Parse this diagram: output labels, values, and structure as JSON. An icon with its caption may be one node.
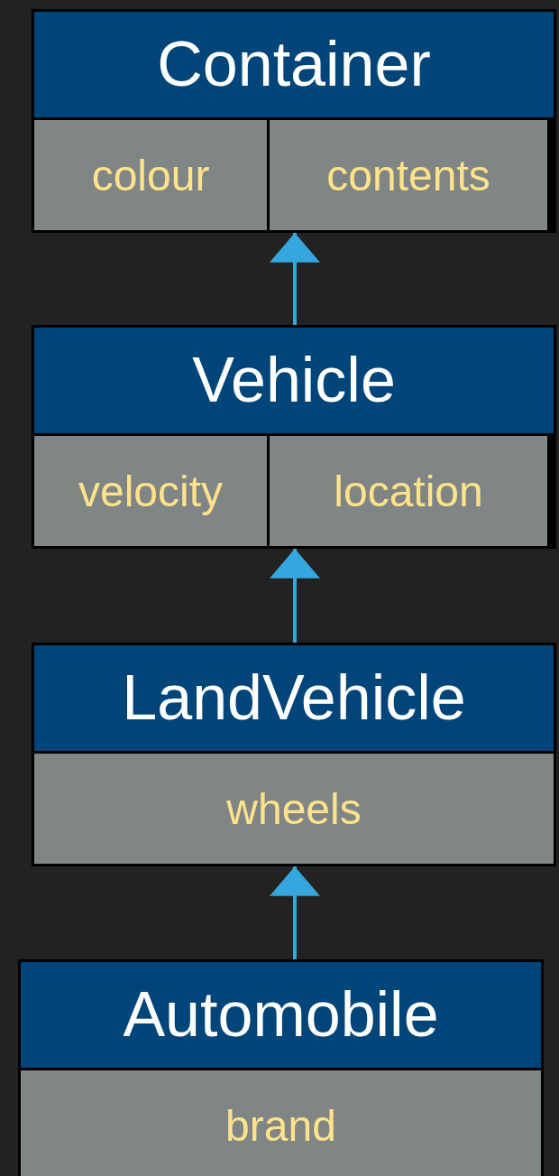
{
  "diagram": {
    "nodes": [
      {
        "text": [
          "Container"
        ]
      },
      {
        "text": [
          "colour"
        ],
        "in": 0
      },
      {
        "text": [
          "contents"
        ],
        "in": 0
      },
      {
        "text": [
          "Vehicle"
        ]
      },
      {
        "text": [
          "velocity"
        ],
        "in": 3
      },
      {
        "text": [
          "location"
        ],
        "in": 3
      },
      {
        "text": [
          "LandVehicle"
        ]
      },
      {
        "text": [
          "wheels"
        ],
        "in": 6
      },
      {
        "text": [
          "Automobile"
        ]
      },
      {
        "text": [
          "brand"
        ],
        "in": 8
      }
    ],
    "edges": [
      {
        "from": 3,
        "to": 0,
        "arrow": "to"
      },
      {
        "from": 6,
        "to": 3,
        "arrow": "to"
      },
      {
        "from": 8,
        "to": 6,
        "arrow": "to"
      }
    ]
  }
}
